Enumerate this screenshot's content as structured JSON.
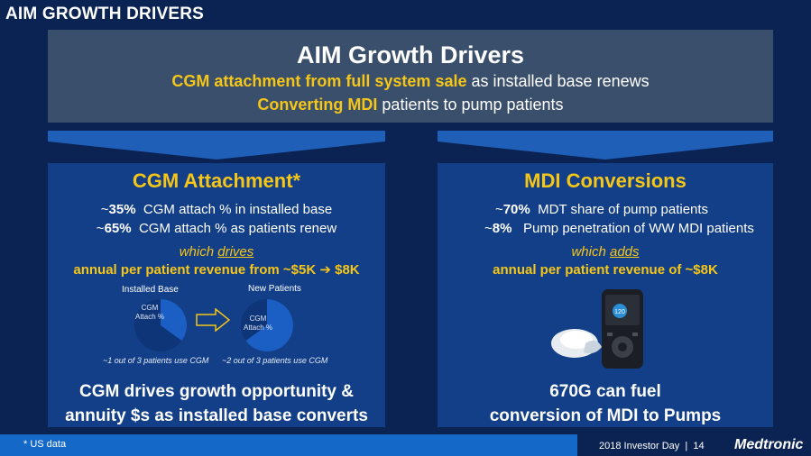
{
  "slide": {
    "title": "AIM GROWTH DRIVERS"
  },
  "banner": {
    "title": "AIM Growth Drivers",
    "line1_accent": "CGM attachment from full system sale",
    "line1_rest": " as installed base renews",
    "line2_accent": "Converting MDI",
    "line2_rest": " patients to pump patients"
  },
  "left_panel": {
    "title": "CGM Attachment*",
    "stats": [
      {
        "value": "35%",
        "text": "CGM attach % in installed base"
      },
      {
        "value": "65%",
        "text": "CGM attach % as patients renew"
      }
    ],
    "which_prefix": "which ",
    "which_word": "drives",
    "revenue": "annual per patient revenue from ~$5K ",
    "revenue_to": " $8K",
    "pie_left_label": "Installed Base",
    "pie_right_label": "New Patients",
    "pie_inner": "CGM Attach %",
    "pie_left_caption": "~1 out of 3 patients use CGM",
    "pie_right_caption": "~2 out of 3 patients use CGM",
    "footer_line1": "CGM drives growth opportunity &",
    "footer_line2": "annuity $s as installed base converts"
  },
  "right_panel": {
    "title": "MDI Conversions",
    "stats": [
      {
        "value": "70%",
        "text": "MDT share of pump patients"
      },
      {
        "value": "8%",
        "text": "Pump penetration of WW MDI patients"
      }
    ],
    "which_prefix": "which ",
    "which_word": "adds",
    "revenue": "annual per patient revenue of ~$8K",
    "device_reading": "120",
    "footer_line1": "670G can fuel",
    "footer_line2": "conversion of MDI to Pumps"
  },
  "pies": {
    "installed_share": 0.35,
    "new_share": 0.65
  },
  "footer": {
    "footnote": "* US data",
    "event": "2018 Investor Day",
    "page": "14",
    "brand": "Medtronic"
  },
  "colors": {
    "accent": "#f5c518",
    "panel": "#123f88",
    "banner": "#3a4f6b",
    "footer_blue": "#1468c8"
  }
}
